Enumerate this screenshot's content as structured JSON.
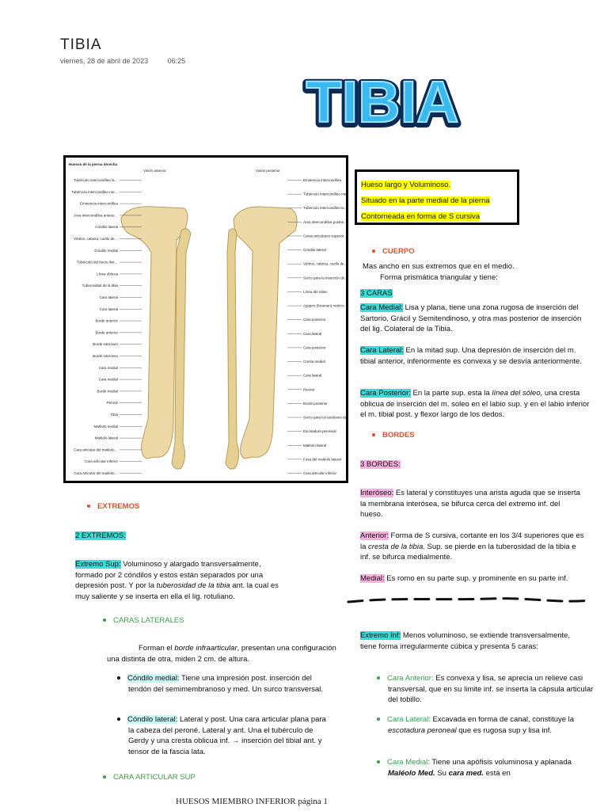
{
  "header": {
    "title": "TIBIA",
    "date": "viernes, 28 de abril de 2023",
    "time": "06:25"
  },
  "wordart": {
    "text": "TIBIA",
    "color": "#3ab8f0"
  },
  "figure": {
    "top_left_label": "Huesos de la pierna derecha",
    "anterior_title": "Visión anterior",
    "posterior_title": "Visión posterior",
    "labels_left": [
      "Tubérculo intercondíleo lateral",
      "Tubérculo intercondíleo medial",
      "Eminencia intercondílea",
      "Área intercondílea anterior",
      "Cóndilo lateral",
      "Vértice, cabeza, cuello del peroné",
      "Cóndilo medial",
      "Tubérculo del tracto iliotibial (tubérculo de Gerdy)",
      "Línea oblicua",
      "Tuberosidad de la tibia",
      "Cara lateral",
      "Cara lateral",
      "Borde anterior",
      "Borde anterior",
      "Borde interóseo",
      "Borde interóseo",
      "Cara medial",
      "Cara medial",
      "Borde medial",
      "Peroné",
      "Tibia",
      "Maléolo medial",
      "Maléolo lateral",
      "Cara articular del maléolo lateral",
      "Cara articular inferior",
      "Cara articular del maléolo medial"
    ],
    "labels_right": [
      "Eminencia intercondílea",
      "Tubérculo intercondíleo medial",
      "Tubérculo intercondíleo lateral",
      "Área intercondílea posterior",
      "Caras articulares superiores (caillas medial y lateral)",
      "Cóndilo lateral",
      "Vértice, cabeza, cuello del peroné",
      "Surco para la inserción del tendón del semimembranoso",
      "Línea del sóleo",
      "Agujero (foramen) nutricio",
      "Cara posterior",
      "Cara lateral",
      "Cara posterior",
      "Cresta medial",
      "Cara lateral",
      "Peroné",
      "Borde posterior",
      "Surco para los tendones del flexor largo de los dedos",
      "Escotadura peroneal",
      "Maléolo lateral",
      "Fosa del maléolo lateral",
      "Cara articular inferior"
    ]
  },
  "infobox": [
    "Hueso largo y Voluminoso.",
    "Situado en la parte medial de la pierna",
    "Contorneada en forma de S cursiva"
  ],
  "right": {
    "cuerpo_bullet": "CUERPO",
    "cuerpo_l1": "Mas ancho en sus extremos que en el medio.",
    "cuerpo_l2": "Forma prismática triangular y tiene:",
    "caras_head": "3 CARAS",
    "cara_medial_lbl": "Cara Medial:",
    "cara_medial_txt": " Lisa y plana, tiene una zona rugosa de inserción del Sartorio, Grácil y Semitendinoso, y otra mas posterior de inserción del lig. Colateral de la Tibia.",
    "cara_lateral_lbl": "Cara Lateral:",
    "cara_lateral_txt": " En la mitad sup. Una depresión de inserción del m. tibial anterior, inferiormente es convexa y se desvía anteriormente.",
    "cara_post_lbl": "Cara Posterior:",
    "cara_post_a": " En la parte sup. esta la ",
    "cara_post_i": "línea del sóleo,",
    "cara_post_b": " una cresta oblicua de inserción del m. soleo en el labio sup. y en el labio inferior el m. tibial post. y flexor largo de los dedos.",
    "bordes_bullet": "BORDES",
    "bordes_head": "3 BORDES:",
    "interoseo_lbl": "Interóseo:",
    "interoseo_txt": " Es lateral y constituyes una arista aguda que se inserta la membrana interósea, se bifurca cerca del extremo inf. del hueso.",
    "anterior_lbl": "Anterior:",
    "anterior_a": " Forma de S cursiva, cortante en los 3/4 superiores que es la ",
    "anterior_i": "cresta de la tibia.",
    "anterior_b": " Sup. se pierde en la tuberosidad de la tibia e inf. se bifurca medialmente.",
    "medial_lbl": "Medial:",
    "medial_txt": " Es romo en su parte sup. y prominente en su parte inf.",
    "inf_lbl": "Extremo Inf:",
    "inf_txt": " Menos voluminoso, se extiende transversalmente, tiene forma irregularmente cúbica y presenta 5 caras:",
    "c_ant_lbl": "Cara Anterior:",
    "c_ant_txt": " Es convexa y lisa, se aprecia un relieve casi transversal, que en su limite inf. se inserta la cápsula articular del tobillo.",
    "c_lat_lbl": "Cara Lateral:",
    "c_lat_a": " Excavada en forma de canal, constituye la ",
    "c_lat_i": "escotadura peroneal",
    "c_lat_b": " que es rugosa sup y lisa inf.",
    "c_med_lbl": "Cara Medial:",
    "c_med_a": " Tiene una apófisis voluminosa y aplanada ",
    "c_med_i": "Maléolo Med.",
    "c_med_b": " Su ",
    "c_med_i2": "cara med.",
    "c_med_c": " está en"
  },
  "left": {
    "extremos_bullet": "EXTREMOS",
    "extremos_head": "2 EXTREMOS:",
    "sup_lbl": "Extremo Sup:",
    "sup_a": " Voluminoso y alargado transversalmente, formado por 2 cóndilos y estos están separados por una depresión post. Y por la ",
    "sup_i": "tuberosidad de la tibia",
    "sup_b": " ant. la cual es muy saliente y se inserta en ella el lig. rotuliano.",
    "caras_lat_bullet": "CARAS LATERALES",
    "forman_a": "Forman el ",
    "forman_i": "borde infraarticular",
    "forman_b": ", presentan una configuración una distinta de otra, miden 2 cm. de altura.",
    "cm_lbl": "Cóndilo medial:",
    "cm_txt": " Tiene una impresión post. inserción del tendón del semimembranoso y med. Un surco transversal.",
    "cl_lbl": "Cóndilo lateral:",
    "cl_txt": " Lateral y post. Una cara articular plana para la cabeza del peroné. Lateral y ant. Una el tubérculo de Gerdy y una cresta oblicua inf. → inserción del tibial ant. y tensor de la fascia lata.",
    "cara_art_bullet": "CARA ARTICULAR SUP"
  },
  "footer": "HUESOS MIEMBRO INFERIOR página 1"
}
